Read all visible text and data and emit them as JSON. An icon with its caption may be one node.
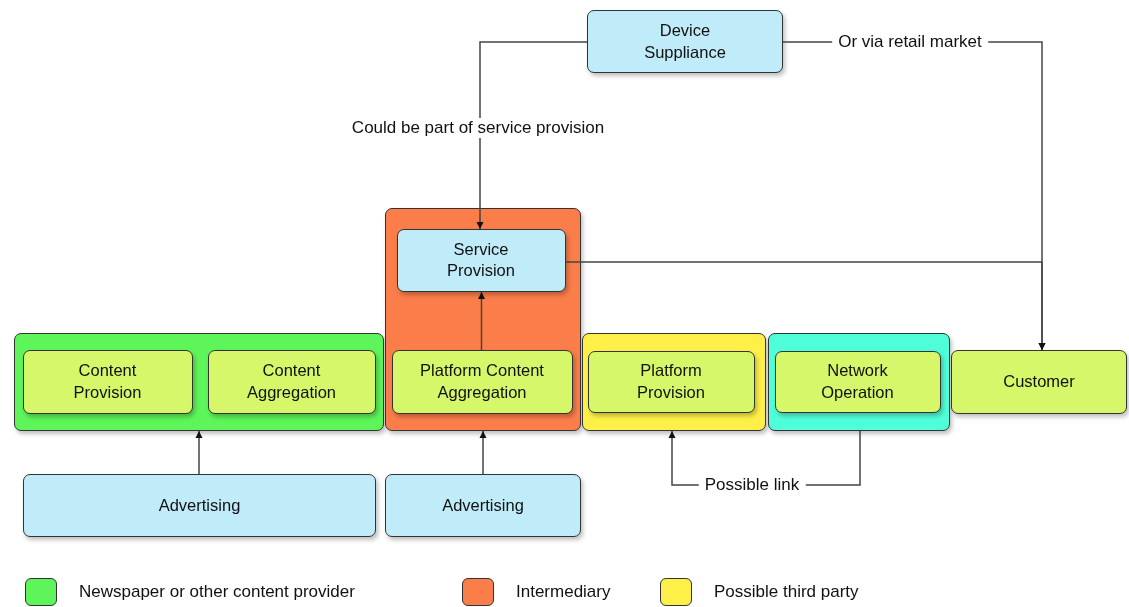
{
  "diagram": {
    "nodes": [
      {
        "text": [
          "Device Suppliance"
        ]
      },
      {
        "text": [],
        "shape": "box"
      },
      {
        "text": [
          "Content Provision"
        ],
        "in": 1
      },
      {
        "text": [
          "Content Aggregation"
        ],
        "in": 1
      },
      {
        "text": [],
        "shape": "box"
      },
      {
        "text": [
          "Service Provision"
        ],
        "in": 4
      },
      {
        "text": [
          "Platform Content Aggregation"
        ],
        "in": 4
      },
      {
        "text": [],
        "shape": "box"
      },
      {
        "text": [
          "Platform Provision"
        ],
        "in": 7
      },
      {
        "text": [],
        "shape": "box"
      },
      {
        "text": [
          "Network Operation"
        ],
        "in": 9
      },
      {
        "text": [
          "Customer"
        ]
      },
      {
        "text": [
          "Advertising"
        ]
      },
      {
        "text": [
          "Advertising"
        ]
      }
    ],
    "edges": [
      {
        "from": 0,
        "to": 5,
        "arrow": "to",
        "label": "Could be part of service provision"
      },
      {
        "from": 0,
        "to": 11,
        "arrow": "to",
        "label": "Or via retail market"
      },
      {
        "from": 5,
        "to": 11,
        "arrow": "to"
      },
      {
        "from": 6,
        "to": 5,
        "arrow": "to"
      },
      {
        "from": 12,
        "to": 1,
        "arrow": "to"
      },
      {
        "from": 13,
        "to": 4,
        "arrow": "to"
      },
      {
        "from": 9,
        "to": 7,
        "arrow": "to",
        "label": "Possible link"
      }
    ],
    "legend": [
      {
        "text": "Newspaper or other content provider",
        "color": "#5ef55a"
      },
      {
        "text": "Intermediary",
        "color": "#fb7d4a"
      },
      {
        "text": "Possible third party",
        "color": "#fef048"
      }
    ]
  }
}
